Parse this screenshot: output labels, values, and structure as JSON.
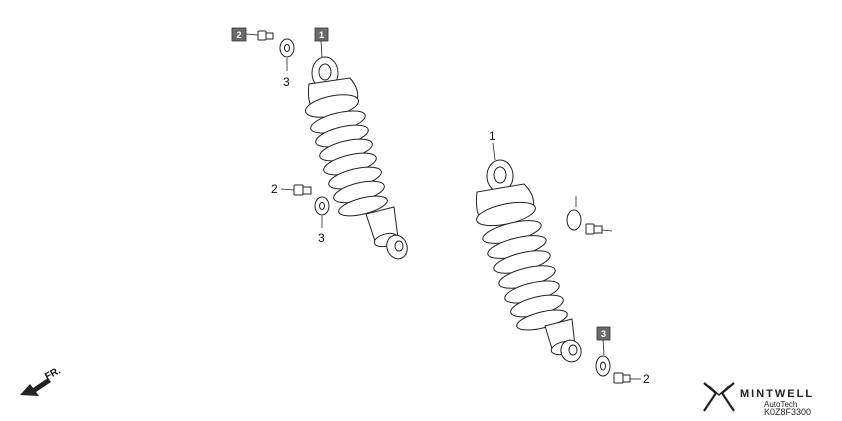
{
  "boxed_refs": {
    "a": "2",
    "b": "1",
    "c": "3"
  },
  "callouts": {
    "left_washer_top": "3",
    "left_bolt_mid": "2",
    "left_washer_mid": "3",
    "right_shock": "1",
    "right_bolt_bottom": "2"
  },
  "direction_label": "FR.",
  "brand": {
    "name": "MINTWELL",
    "tagline": "AutoTech"
  },
  "diagram_code": "K0Z8F3300",
  "colors": {
    "box_fill": "#6b6b6b",
    "ink": "#222222"
  }
}
